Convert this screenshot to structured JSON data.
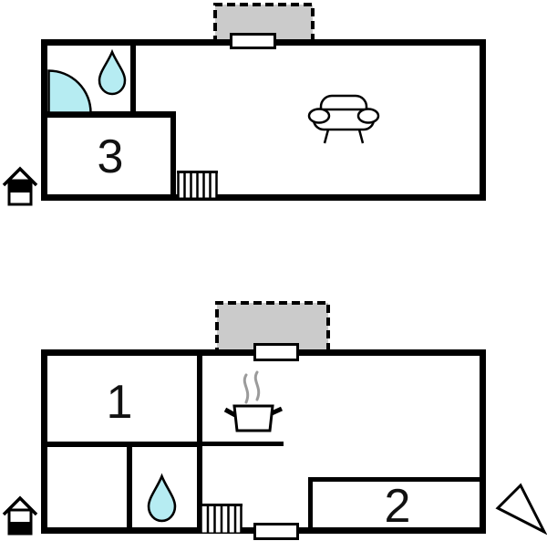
{
  "title": "house-floor-plan",
  "colors": {
    "wall": "#000000",
    "terrace": "#cbcbcb",
    "water": "#b6ecf2",
    "steam": "#9b9b9b",
    "background": "#ffffff"
  },
  "upper_floor": {
    "name": "upper floor plan",
    "room_labels": {
      "bedroom": "3"
    },
    "level_indicator": "upper-half-filled-house",
    "icons": [
      "terrace-dashed-area",
      "window",
      "shower-quarter-circle",
      "water-drop",
      "stairs",
      "sofa",
      "house-level-upper"
    ]
  },
  "ground_floor": {
    "name": "ground floor plan",
    "room_labels": {
      "bedroom_left": "1",
      "bedroom_right": "2"
    },
    "level_indicator": "lower-half-filled-house",
    "icons": [
      "terrace-dashed-area",
      "window-top",
      "window-bottom",
      "cooking-pot",
      "steam",
      "water-drop",
      "stairs",
      "house-level-ground",
      "entrance-arrow"
    ]
  }
}
